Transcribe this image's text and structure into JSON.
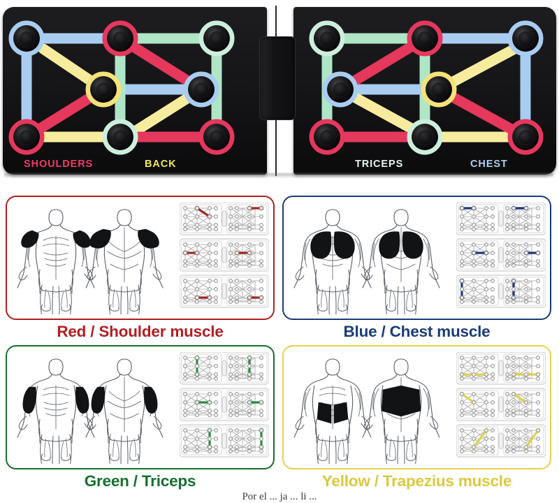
{
  "board": {
    "name": "foldable-push-up-board",
    "hinge_label": "center-hinge",
    "labels": [
      {
        "text": "SHOULDERS",
        "color": "#ef3b63",
        "half": "left"
      },
      {
        "text": "BACK",
        "color": "#f2e85c",
        "half": "left"
      },
      {
        "text": "TRICEPS",
        "color": "#e6f5ec",
        "half": "right"
      },
      {
        "text": "CHEST",
        "color": "#aecdf0",
        "half": "right"
      }
    ],
    "band_colors": {
      "red": "#e8海",
      "blue": "#9fc6ee",
      "green": "#a8e6c0",
      "yellow": "#f6ea9a",
      "crimson": "#e63b5e"
    },
    "socket_count_per_half": 8
  },
  "panels": [
    {
      "id": "red",
      "title": "Red / Shoulder muscle",
      "color": "#b01f24",
      "border_color": "#b01f24",
      "accent": "#9e2a23",
      "muscle_highlight": "shoulders",
      "figure_front_label": "front-body-anatomy",
      "figure_back_label": "back-body-anatomy",
      "mini_rows": 3,
      "mini_cols": 2
    },
    {
      "id": "blue",
      "title": "Blue / Chest muscle",
      "color": "#1b3c78",
      "border_color": "#1b3c78",
      "accent": "#23357e",
      "muscle_highlight": "chest",
      "figure_front_label": "front-body-anatomy",
      "figure_back_label": "back-body-anatomy",
      "mini_rows": 3,
      "mini_cols": 2
    },
    {
      "id": "green",
      "title": "Green / Triceps",
      "color": "#15702f",
      "border_color": "#15702f",
      "accent": "#2a8a3c",
      "muscle_highlight": "triceps",
      "figure_front_label": "front-body-anatomy",
      "figure_back_label": "back-body-anatomy",
      "mini_rows": 3,
      "mini_cols": 2
    },
    {
      "id": "yellow",
      "title": "Yellow / Trapezius muscle",
      "color": "#e3d24a",
      "border_color": "#e3d24a",
      "accent": "#ded14f",
      "muscle_highlight": "trapezius",
      "figure_front_label": "front-body-anatomy",
      "figure_back_label": "back-body-anatomy",
      "mini_rows": 3,
      "mini_cols": 2
    }
  ],
  "caption": {
    "text": "Por el ... ja ... li ...",
    "visible": "partially-cropped"
  }
}
